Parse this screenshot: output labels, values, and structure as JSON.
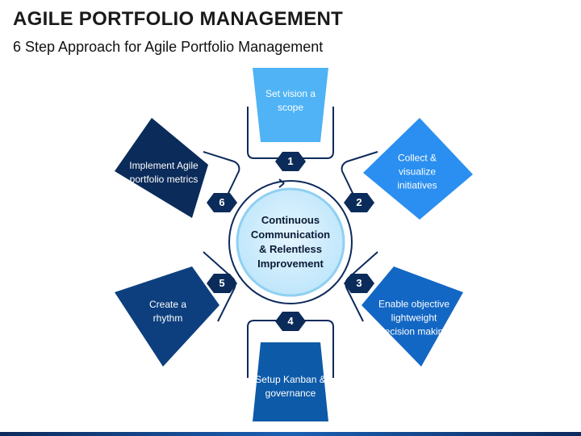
{
  "title": "AGILE PORTFOLIO MANAGEMENT",
  "subtitle": "6 Step Approach for Agile Portfolio Management",
  "center": {
    "line1": "Continuous",
    "line2": "Communication",
    "line3": "& Relentless",
    "line4": "Improvement"
  },
  "steps": [
    {
      "number": "1",
      "text": "Set vision a scope",
      "color": "#4fb3f5"
    },
    {
      "number": "2",
      "text": "Collect & visualize initiatives",
      "color": "#2a8ff0"
    },
    {
      "number": "3",
      "text": "Enable objective lightweight decision making",
      "color": "#1367c4"
    },
    {
      "number": "4",
      "text": "Setup Kanban & governance",
      "color": "#0d5aa8"
    },
    {
      "number": "5",
      "text": "Create a rhythm",
      "color": "#0d3f7e"
    },
    {
      "number": "6",
      "text": "Implement Agile portfolio metrics",
      "color": "#0b2b5a"
    }
  ]
}
